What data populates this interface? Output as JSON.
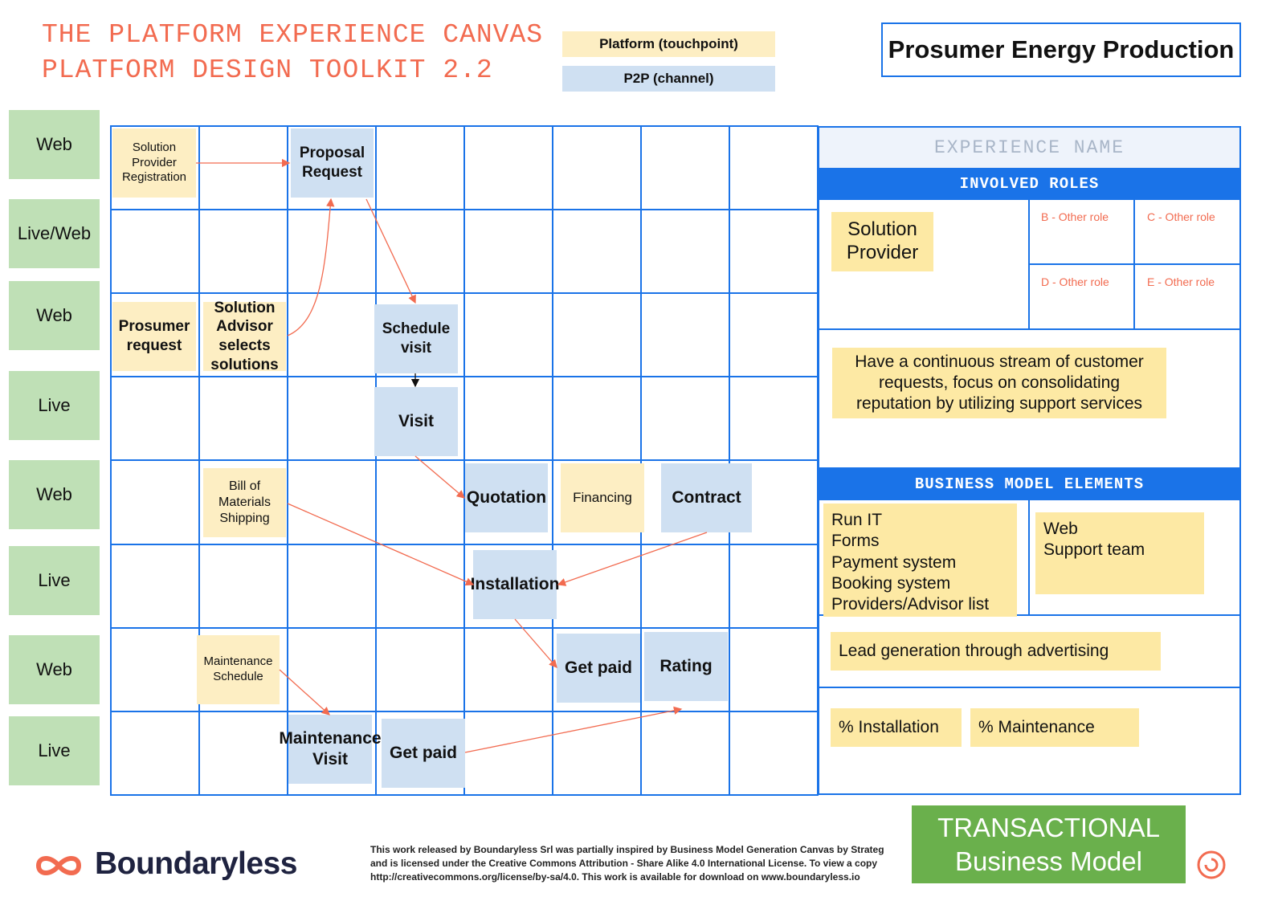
{
  "header": {
    "title_line1": "THE PLATFORM EXPERIENCE CANVAS",
    "title_line2": "PLATFORM DESIGN TOOLKIT 2.2",
    "legend_touchpoint": "Platform (touchpoint)",
    "legend_channel": "P2P (channel)",
    "project": "Prosumer Energy Production"
  },
  "channels": [
    "Web",
    "Live/Web",
    "Web",
    "Live",
    "Web",
    "Live",
    "Web",
    "Live"
  ],
  "notes": {
    "spr": "Solution Provider Registration",
    "proposal": "Proposal Request",
    "prosumer": "Prosumer request",
    "advisor": "Solution Advisor selects solutions",
    "schedule": "Schedule visit",
    "visit": "Visit",
    "bom": "Bill of Materials Shipping",
    "quotation": "Quotation",
    "financing": "Financing",
    "contract": "Contract",
    "installation": "Installation",
    "maint_schedule": "Maintenance Schedule",
    "getpaid1": "Get paid",
    "rating": "Rating",
    "maint_visit": "Maintenance Visit",
    "getpaid2": "Get paid"
  },
  "panel": {
    "experience_name": "EXPERIENCE NAME",
    "involved_roles": "INVOLVED ROLES",
    "role_main": "Solution Provider",
    "role_b": "B - Other role",
    "role_c": "C - Other role",
    "role_d": "D - Other role",
    "role_e": "E - Other role",
    "value_prop": "Have a continuous stream of customer requests, focus on consolidating reputation by utilizing support services",
    "bme": "BUSINESS MODEL ELEMENTS",
    "bme_left": [
      "Run IT",
      "Forms",
      "Payment system",
      "Booking system",
      "Providers/Advisor list"
    ],
    "bme_right": [
      "Web",
      "Support team"
    ],
    "cost": "Lead generation through advertising",
    "rev1": "% Installation",
    "rev2": "% Maintenance"
  },
  "footer": {
    "brand": "Boundaryless",
    "license_line1": "This work released by Boundaryless Srl was partially inspired by Business Model Generation Canvas by Strateg",
    "license_line2": "and is licensed under the Creative Commons Attribution - Share Alike 4.0 International License. To view a copy",
    "license_line3": "http://creativecommons.org/license/by-sa/4.0. This work is available for download on www.boundaryless.io",
    "badge_line1": "TRANSACTIONAL",
    "badge_line2": "Business Model"
  },
  "colors": {
    "accent_blue": "#1a73e8",
    "title_orange": "#f26b50",
    "touchpoint_yellow": "#fdeec3",
    "channel_blue": "#cfe0f2",
    "channel_green": "#bfe0b6",
    "sticky_yellow": "#fde9a4",
    "badge_green": "#6ab04c"
  }
}
